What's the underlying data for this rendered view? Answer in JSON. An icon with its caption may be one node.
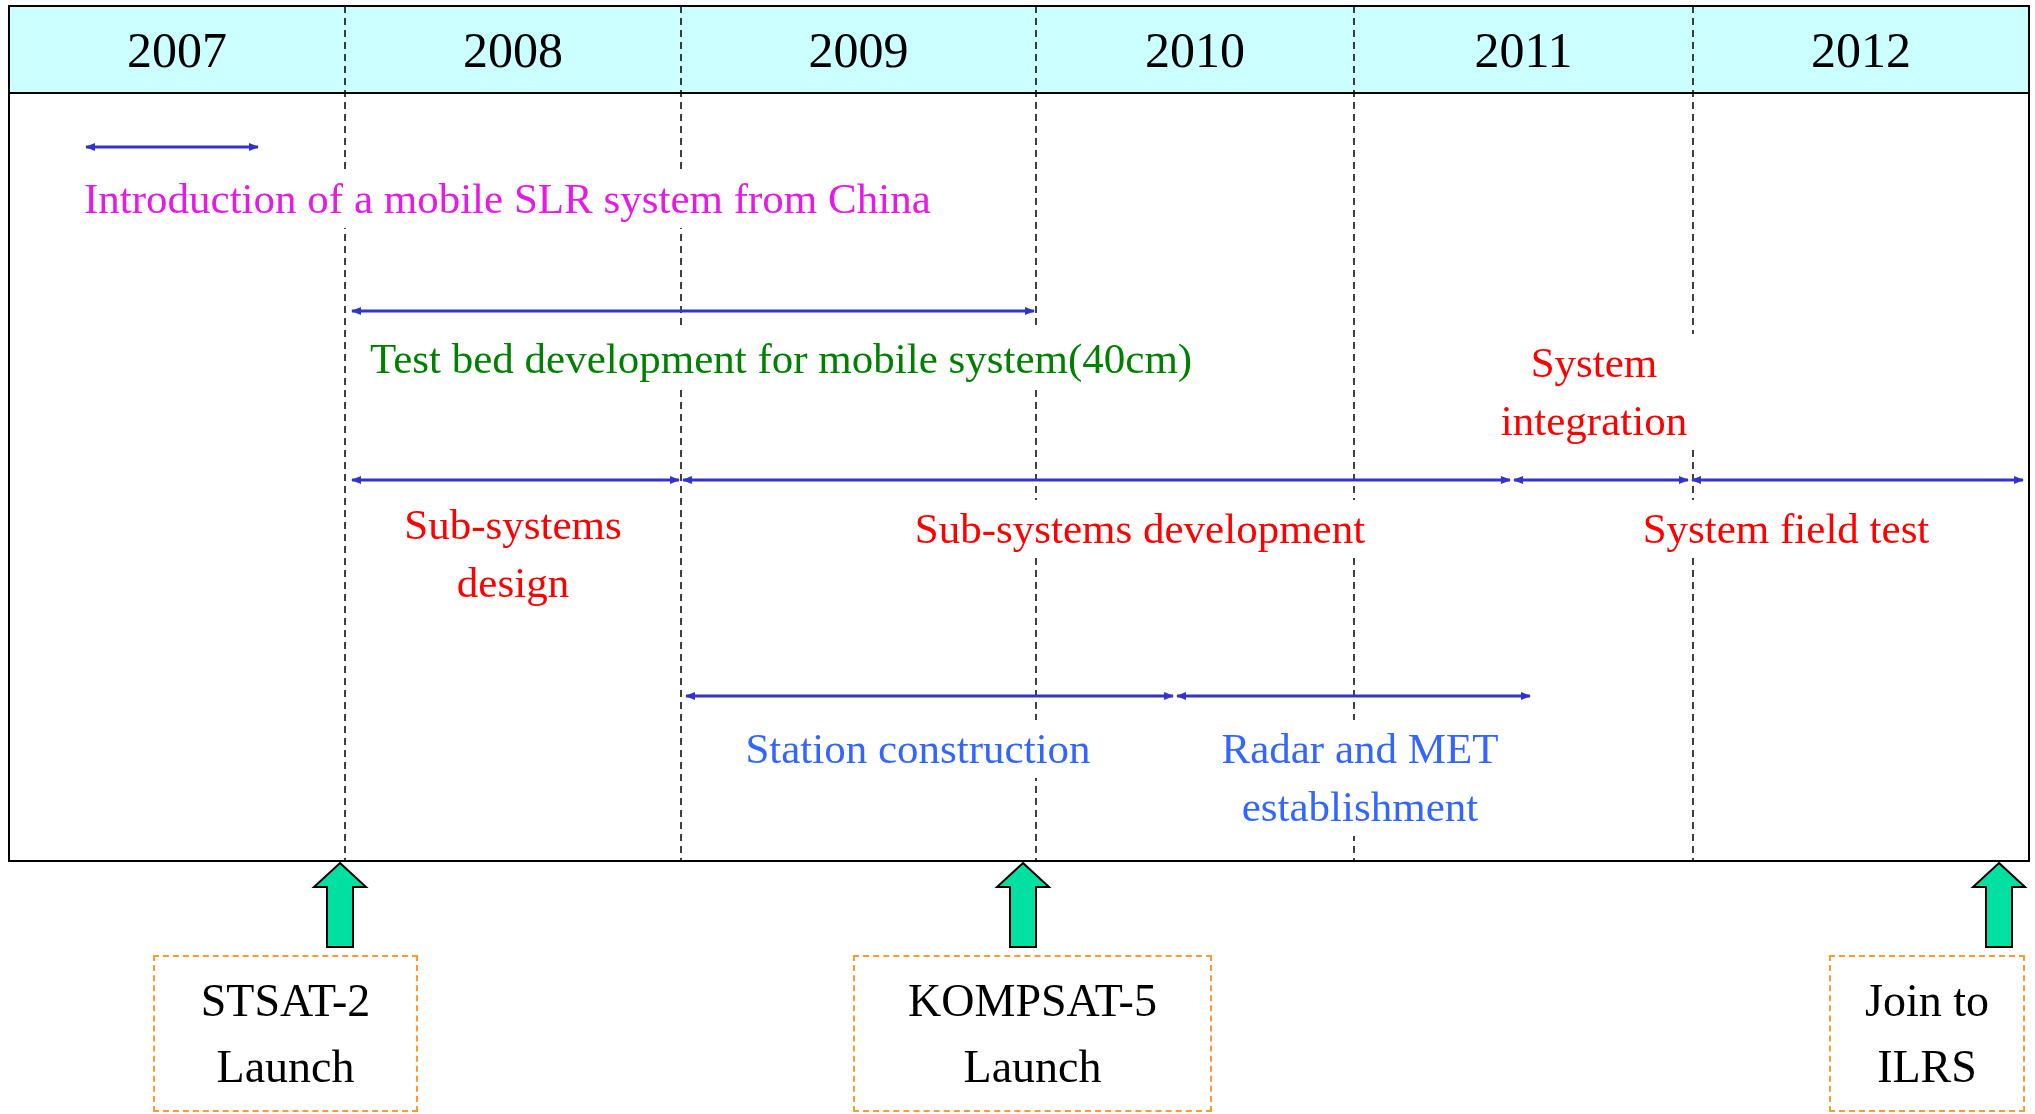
{
  "diagram": {
    "nodes": [
      {
        "text": [
          "STSAT-2 Launch"
        ]
      },
      {
        "text": [
          "KOMPSAT-5 Launch"
        ]
      },
      {
        "text": [
          "Join to ILRS"
        ]
      }
    ],
    "edges": [
      {
        "from": 0,
        "to": null,
        "arrow": "to",
        "style": "thick",
        "color": "#00e0a0"
      },
      {
        "from": 1,
        "to": null,
        "arrow": "to",
        "style": "thick",
        "color": "#00e0a0"
      },
      {
        "from": 2,
        "to": null,
        "arrow": "to",
        "style": "thick",
        "color": "#00e0a0"
      }
    ],
    "labels": [
      "2007",
      "2008",
      "2009",
      "2010",
      "2011",
      "2012",
      "Introduction of a mobile SLR system from China",
      "Test bed development for mobile system(40cm)",
      "System integration",
      "Sub-systems design",
      "Sub-systems development",
      "System field test",
      "Station construction",
      "Radar and MET establishment"
    ]
  }
}
